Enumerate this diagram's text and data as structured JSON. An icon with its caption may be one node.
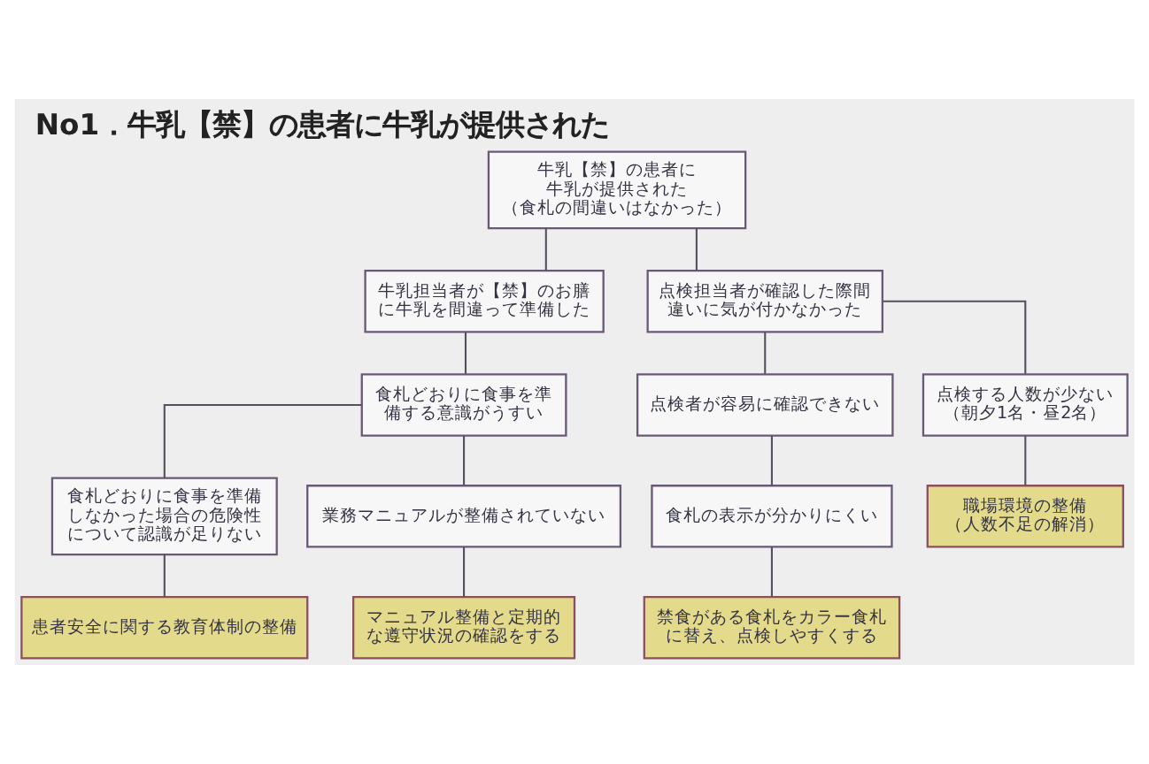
{
  "diagram": {
    "title": "No1．牛乳【禁】の患者に牛乳が提供された",
    "nodes": [
      {
        "text": [
          "牛乳【禁】の患者に牛乳が提供された",
          "（食札の間違いはなかった）"
        ]
      },
      {
        "text": [
          "牛乳担当者が【禁】のお膳に牛乳を間違って準備した"
        ]
      },
      {
        "text": [
          "点検担当者が確認した際間違いに気が付かなかった"
        ]
      },
      {
        "text": [
          "食札どおりに食事を準備する意識がうすい"
        ]
      },
      {
        "text": [
          "点検者が容易に確認できない"
        ]
      },
      {
        "text": [
          "点検する人数が少ない",
          "（朝夕1名・昼2名）"
        ]
      },
      {
        "text": [
          "食札どおりに食事を準備しなかった場合の危険性について認識が足りない"
        ]
      },
      {
        "text": [
          "業務マニュアルが整備されていない"
        ]
      },
      {
        "text": [
          "食札の表示が分かりにくい"
        ]
      },
      {
        "text": [
          "職場環境の整備",
          "（人数不足の解消）"
        ]
      },
      {
        "text": [
          "患者安全に関する教育体制の整備"
        ]
      },
      {
        "text": [
          "マニュアル整備と定期的な遵守状況の確認をする"
        ]
      },
      {
        "text": [
          "禁食がある食札をカラー食札に替え、点検しやすくする"
        ]
      }
    ],
    "edges": [
      {
        "from": 0,
        "to": 1,
        "arrow": "none"
      },
      {
        "from": 0,
        "to": 2,
        "arrow": "none"
      },
      {
        "from": 1,
        "to": 3,
        "arrow": "none"
      },
      {
        "from": 2,
        "to": 4,
        "arrow": "none"
      },
      {
        "from": 2,
        "to": 5,
        "arrow": "none"
      },
      {
        "from": 3,
        "to": 6,
        "arrow": "none"
      },
      {
        "from": 3,
        "to": 7,
        "arrow": "none"
      },
      {
        "from": 4,
        "to": 8,
        "arrow": "none"
      },
      {
        "from": 5,
        "to": 9,
        "arrow": "none"
      },
      {
        "from": 6,
        "to": 10,
        "arrow": "none"
      },
      {
        "from": 7,
        "to": 11,
        "arrow": "none"
      },
      {
        "from": 8,
        "to": 12,
        "arrow": "none"
      }
    ]
  }
}
